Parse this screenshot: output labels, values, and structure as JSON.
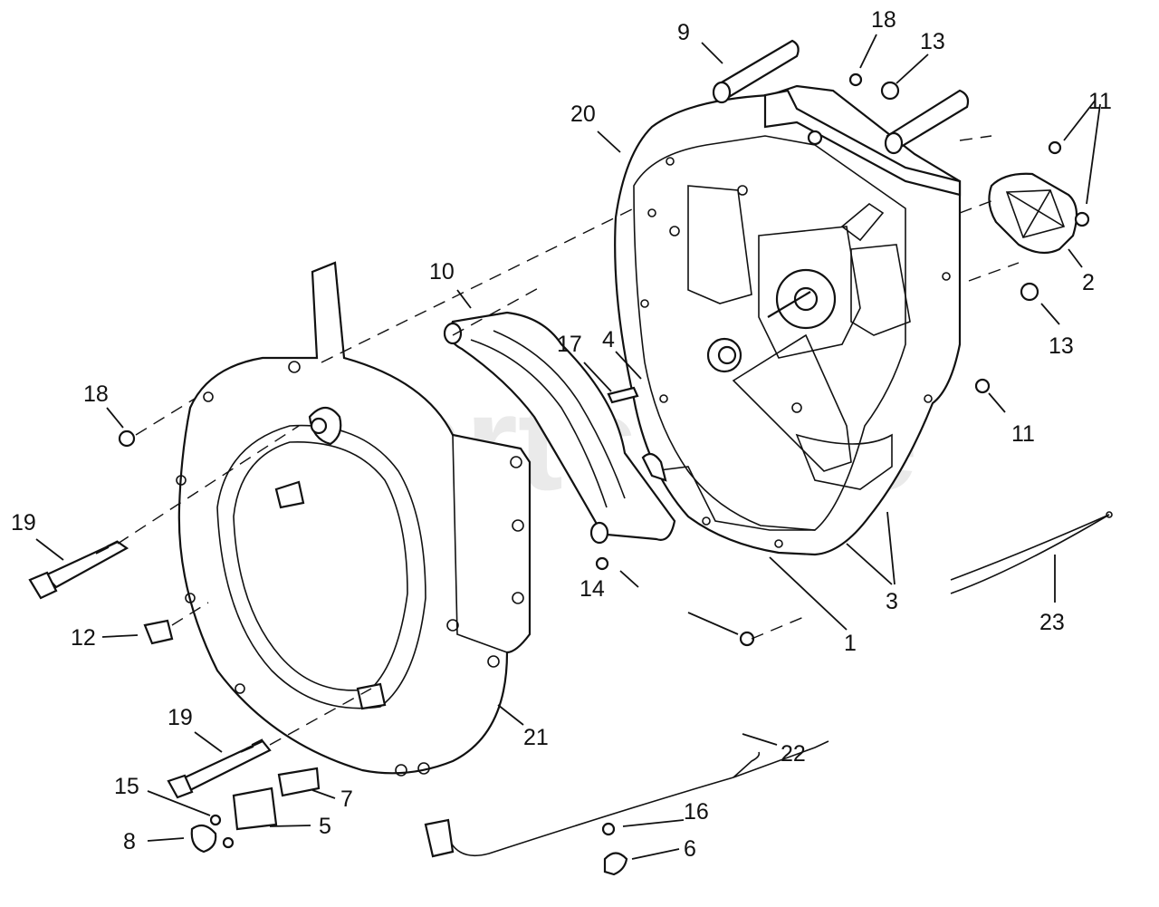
{
  "watermark": "PartsTree",
  "colors": {
    "ink": "#111111",
    "watermark": "#d9d9d9",
    "background": "#ffffff"
  },
  "callouts": [
    {
      "id": "c9",
      "label": "9"
    },
    {
      "id": "c18a",
      "label": "18"
    },
    {
      "id": "c13a",
      "label": "13"
    },
    {
      "id": "c11a",
      "label": "11"
    },
    {
      "id": "c20",
      "label": "20"
    },
    {
      "id": "c2",
      "label": "2"
    },
    {
      "id": "c10",
      "label": "10"
    },
    {
      "id": "c17",
      "label": "17"
    },
    {
      "id": "c4",
      "label": "4"
    },
    {
      "id": "c13b",
      "label": "13"
    },
    {
      "id": "c18b",
      "label": "18"
    },
    {
      "id": "c11b",
      "label": "11"
    },
    {
      "id": "c19a",
      "label": "19"
    },
    {
      "id": "c14",
      "label": "14"
    },
    {
      "id": "c3",
      "label": "3"
    },
    {
      "id": "c23",
      "label": "23"
    },
    {
      "id": "c12",
      "label": "12"
    },
    {
      "id": "c1",
      "label": "1"
    },
    {
      "id": "c19b",
      "label": "19"
    },
    {
      "id": "c21",
      "label": "21"
    },
    {
      "id": "c22",
      "label": "22"
    },
    {
      "id": "c15",
      "label": "15"
    },
    {
      "id": "c7",
      "label": "7"
    },
    {
      "id": "c16",
      "label": "16"
    },
    {
      "id": "c8",
      "label": "8"
    },
    {
      "id": "c5",
      "label": "5"
    },
    {
      "id": "c6",
      "label": "6"
    }
  ]
}
